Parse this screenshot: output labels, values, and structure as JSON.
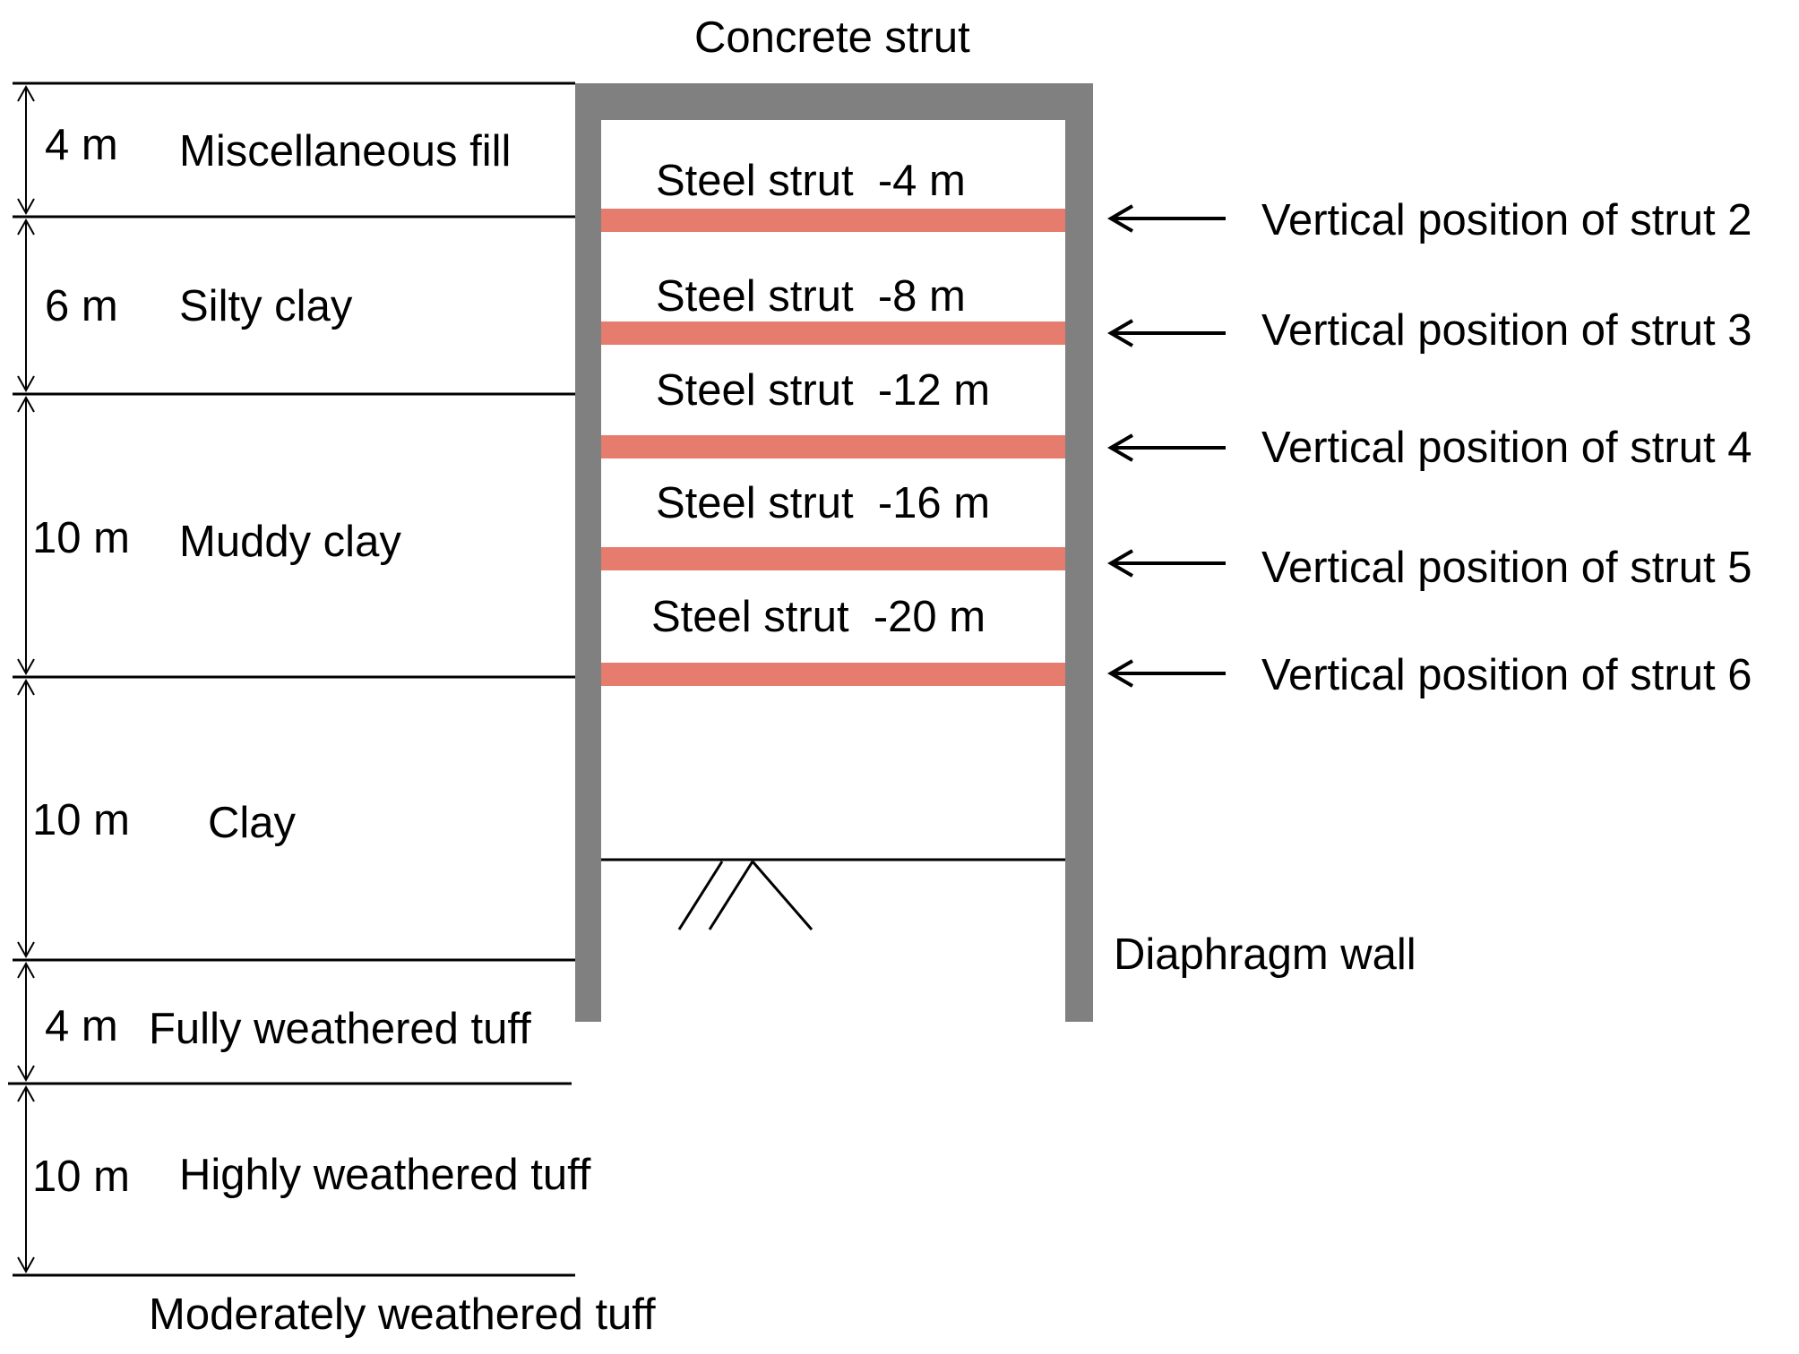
{
  "colors": {
    "wall": "#808080",
    "steel_strut": "#e57c6e",
    "lines": "#000000"
  },
  "diagram": {
    "top_label": "Concrete strut",
    "wall_label": "Diaphragm wall",
    "bottom_label": "Moderately weathered tuff",
    "layers": [
      {
        "thickness": "4 m",
        "name": "Miscellaneous fill"
      },
      {
        "thickness": "6 m",
        "name": "Silty clay"
      },
      {
        "thickness": "10 m",
        "name": "Muddy clay"
      },
      {
        "thickness": "10 m",
        "name": "Clay"
      },
      {
        "thickness": "4 m",
        "name": "Fully weathered tuff"
      },
      {
        "thickness": "10 m",
        "name": "Highly weathered tuff"
      }
    ],
    "struts": [
      {
        "label": "Steel strut  -4 m",
        "position_label": "Vertical position of strut 2"
      },
      {
        "label": "Steel strut  -8 m",
        "position_label": "Vertical position of strut 3"
      },
      {
        "label": "Steel strut  -12 m",
        "position_label": "Vertical position of strut 4"
      },
      {
        "label": "Steel strut  -16 m",
        "position_label": "Vertical position of strut 5"
      },
      {
        "label": "Steel strut  -20 m",
        "position_label": "Vertical position of strut 6"
      }
    ]
  }
}
